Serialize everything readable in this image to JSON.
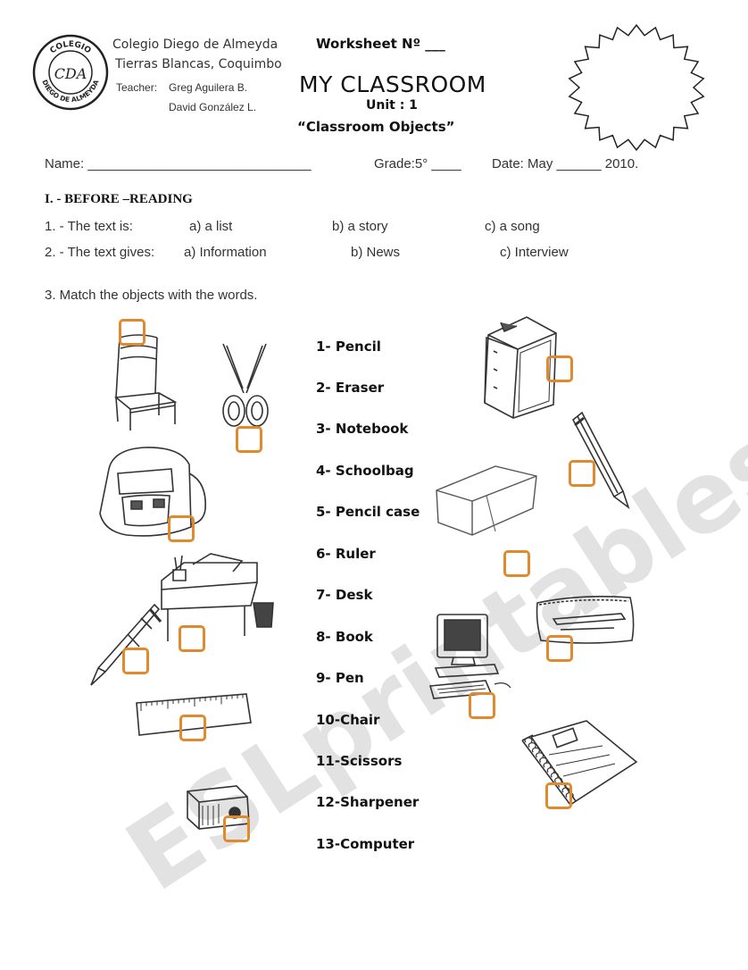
{
  "header": {
    "school_name": "Colegio Diego de Almeyda",
    "location": "Tierras Blancas, Coquimbo",
    "teacher_label": "Teacher:",
    "teacher1": "Greg Aguilera B.",
    "teacher2": "David González L.",
    "worksheet": "Worksheet Nº ___",
    "title": "MY CLASSROOM",
    "unit": "Unit : 1",
    "subtitle": "“Classroom Objects”"
  },
  "logo": {
    "top_text": "COLEGIO",
    "bottom_text": "DIEGO DE ALMEYDA",
    "monogram": "CDA"
  },
  "info_line": {
    "name": "Name: ______________________________",
    "grade": "Grade:5°   ____",
    "date": "Date: May ______ 2010."
  },
  "section1": {
    "heading": "I. - BEFORE –READING",
    "q1": {
      "label": "1. - The text is:",
      "a": "a) a list",
      "b": "b) a story",
      "c": "c) a song"
    },
    "q2": {
      "label": "2. - The text gives:",
      "a": "a) Information",
      "b": "b) News",
      "c": "c) Interview"
    },
    "q3": "3. Match the objects with the words."
  },
  "words": [
    "1-  Pencil",
    "2-  Eraser",
    "3- Notebook",
    "4- Schoolbag",
    "5- Pencil case",
    "6- Ruler",
    "7- Desk",
    "8- Book",
    "9- Pen",
    "10-Chair",
    "11-Scissors",
    "12-Sharpener",
    "13-Computer"
  ],
  "watermark": "ESLprintables.com",
  "colors": {
    "answer_box": "#e08a2e",
    "watermark": "#969696"
  },
  "icons": [
    "chair-icon",
    "scissors-icon",
    "schoolbag-icon",
    "desk-icon",
    "pen-icon",
    "ruler-icon",
    "sharpener-icon",
    "book-icon",
    "pencil-icon",
    "eraser-icon",
    "pencil-case-icon",
    "computer-icon",
    "notebook-icon"
  ]
}
